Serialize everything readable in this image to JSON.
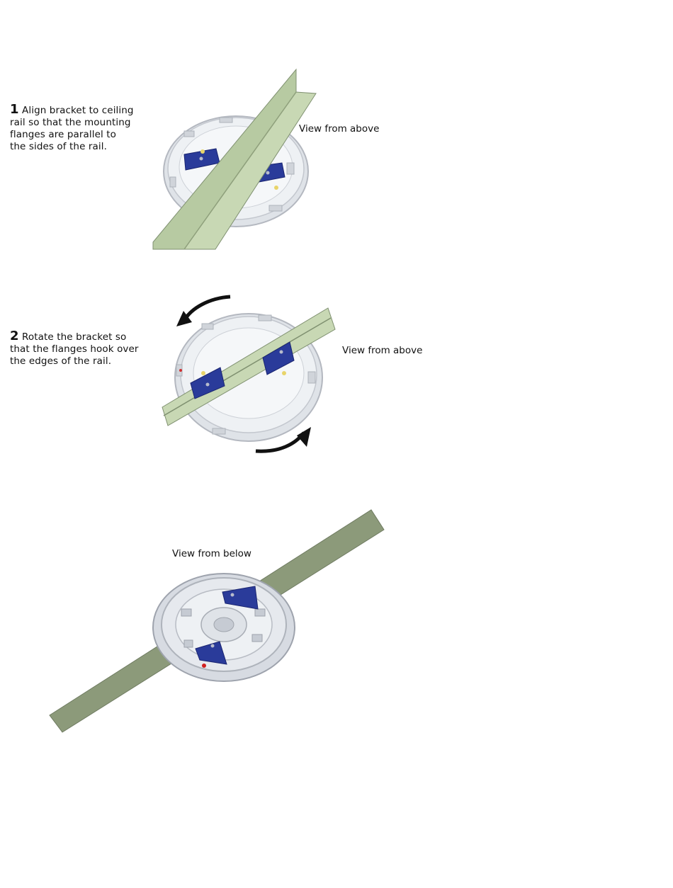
{
  "step1": {
    "number": "1",
    "text": "Align bracket to ceiling rail so that the mounting flanges are parallel to the sides of the rail.",
    "view_label": "View from above"
  },
  "step2": {
    "number": "2",
    "text": "Rotate the bracket so that the flanges hook over the edges of the rail.",
    "view_label": "View from above"
  },
  "step3": {
    "view_label": "View from below"
  },
  "colors": {
    "rail_green": "#b7caa2",
    "rail_green_dark": "#8fa07c",
    "rail_below": "#8c9a7a",
    "flange_blue": "#2a3b9a",
    "bracket_white": "#eceff3",
    "bracket_edge": "#b4b8c0",
    "arrow": "#111111"
  }
}
